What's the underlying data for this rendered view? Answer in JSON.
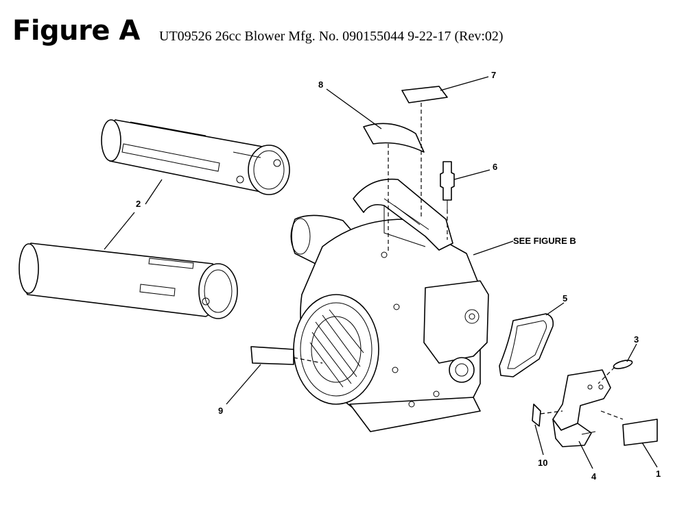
{
  "header": {
    "title": "Figure A",
    "subtitle": "UT09526 26cc Blower Mfg. No. 090155044 9-22-17 (Rev:02)"
  },
  "callouts": {
    "part_1": "1",
    "part_2": "2",
    "part_3": "3",
    "part_4": "4",
    "part_5": "5",
    "part_6": "6",
    "part_7": "7",
    "part_8": "8",
    "part_9": "9",
    "part_10": "10",
    "see_figure_b": "SEE FIGURE B"
  }
}
